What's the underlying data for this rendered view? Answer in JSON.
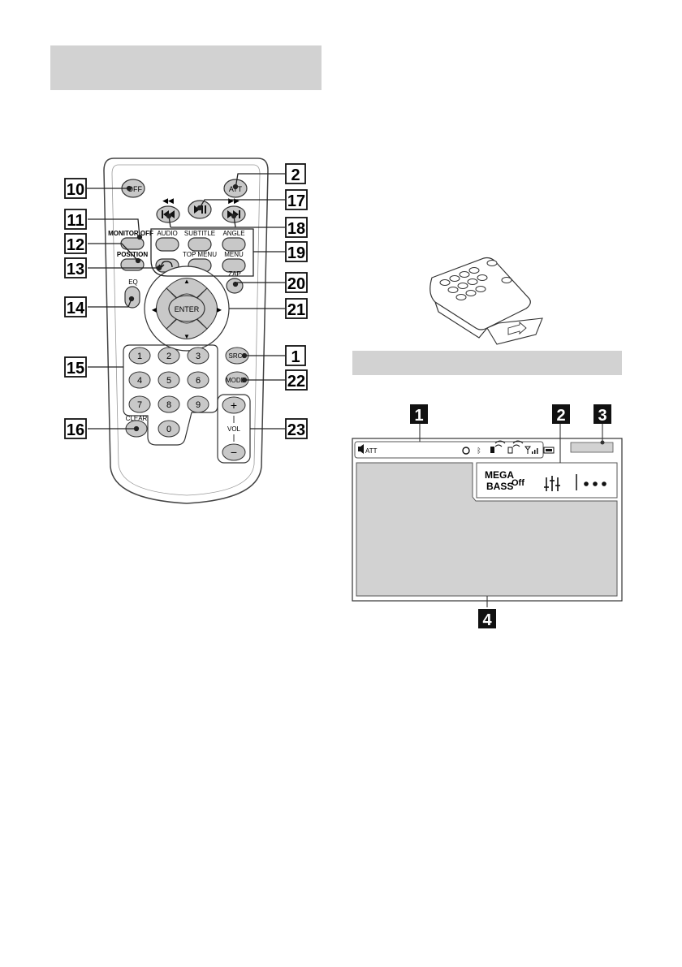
{
  "remote": {
    "buttons": {
      "off": "OFF",
      "att": "ATT",
      "monitor_off": "MONITOR OFF",
      "audio": "AUDIO",
      "subtitle": "SUBTITLE",
      "angle": "ANGLE",
      "position": "POSITION",
      "top_menu": "TOP MENU",
      "menu": "MENU",
      "eq": "EQ",
      "zap": "ZAP",
      "enter": "ENTER",
      "src": "SRC",
      "mode": "MODE",
      "clear": "CLEAR",
      "vol": "VOL",
      "plus": "+",
      "minus": "−",
      "digits": [
        "1",
        "2",
        "3",
        "4",
        "5",
        "6",
        "7",
        "8",
        "9",
        "0"
      ]
    },
    "callouts": [
      "10",
      "2",
      "17",
      "11",
      "18",
      "12",
      "19",
      "13",
      "20",
      "14",
      "21",
      "15",
      "1",
      "22",
      "16",
      "23"
    ]
  },
  "screen": {
    "callouts": [
      "1",
      "2",
      "3",
      "4"
    ],
    "status_att": "ATT",
    "mega": "MEGA",
    "bass": "BASS",
    "off": "Off"
  },
  "colors": {
    "panel_gray": "#d2d2d2",
    "line": "#222222"
  }
}
